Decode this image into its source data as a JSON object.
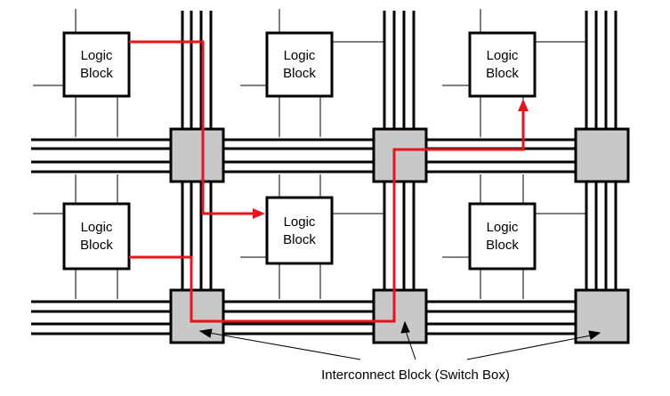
{
  "logic_blocks": [
    {
      "id": "lb-r1-c1",
      "line1": "Logic",
      "line2": "Block"
    },
    {
      "id": "lb-r1-c2",
      "line1": "Logic",
      "line2": "Block"
    },
    {
      "id": "lb-r1-c3",
      "line1": "Logic",
      "line2": "Block"
    },
    {
      "id": "lb-r2-c1",
      "line1": "Logic",
      "line2": "Block"
    },
    {
      "id": "lb-r2-c2",
      "line1": "Logic",
      "line2": "Block"
    },
    {
      "id": "lb-r2-c3",
      "line1": "Logic",
      "line2": "Block"
    }
  ],
  "caption": "Interconnect Block (Switch Box)",
  "colors": {
    "route": "#e8141b",
    "switch_box": "#c8c8c8",
    "wire": "#000000"
  }
}
